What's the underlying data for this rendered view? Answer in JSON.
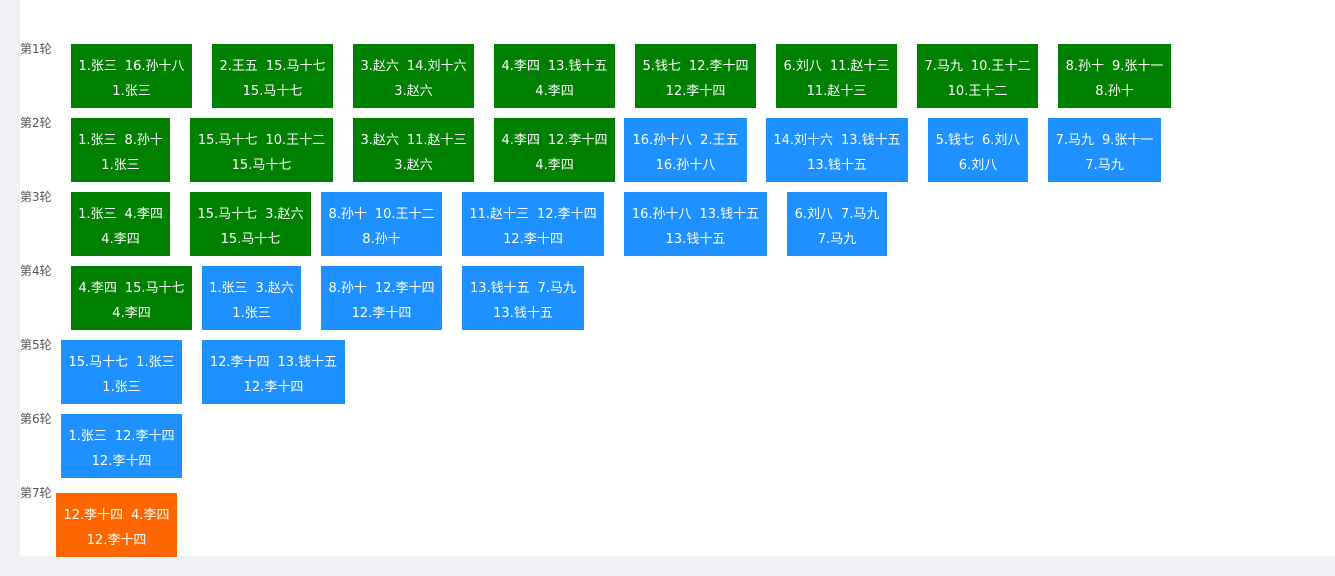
{
  "colors": {
    "completed": "#008000",
    "pending": "#1e90ff",
    "final": "#ff6600"
  },
  "rounds": [
    {
      "label": "第1轮",
      "matches": [
        {
          "a": "1.张三",
          "b": "16.孙十八",
          "winner": "1.张三",
          "status": "completed"
        },
        {
          "a": "2.王五",
          "b": "15.马十七",
          "winner": "15.马十七",
          "status": "completed"
        },
        {
          "a": "3.赵六",
          "b": "14.刘十六",
          "winner": "3.赵六",
          "status": "completed"
        },
        {
          "a": "4.李四",
          "b": "13.钱十五",
          "winner": "4.李四",
          "status": "completed"
        },
        {
          "a": "5.钱七",
          "b": "12.李十四",
          "winner": "12.李十四",
          "status": "completed"
        },
        {
          "a": "6.刘八",
          "b": "11.赵十三",
          "winner": "11.赵十三",
          "status": "completed"
        },
        {
          "a": "7.马九",
          "b": "10.王十二",
          "winner": "10.王十二",
          "status": "completed"
        },
        {
          "a": "8.孙十",
          "b": "9.张十一",
          "winner": "8.孙十",
          "status": "completed"
        }
      ]
    },
    {
      "label": "第2轮",
      "matches": [
        {
          "a": "1.张三",
          "b": "8.孙十",
          "winner": "1.张三",
          "status": "completed"
        },
        {
          "a": "15.马十七",
          "b": "10.王十二",
          "winner": "15.马十七",
          "status": "completed"
        },
        {
          "a": "3.赵六",
          "b": "11.赵十三",
          "winner": "3.赵六",
          "status": "completed"
        },
        {
          "a": "4.李四",
          "b": "12.李十四",
          "winner": "4.李四",
          "status": "completed"
        },
        {
          "a": "16.孙十八",
          "b": "2.王五",
          "winner": "16.孙十八",
          "status": "pending"
        },
        {
          "a": "14.刘十六",
          "b": "13.钱十五",
          "winner": "13.钱十五",
          "status": "pending"
        },
        {
          "a": "5.钱七",
          "b": "6.刘八",
          "winner": "6.刘八",
          "status": "pending"
        },
        {
          "a": "7.马九",
          "b": "9.张十一",
          "winner": "7.马九",
          "status": "pending"
        }
      ]
    },
    {
      "label": "第3轮",
      "matches": [
        {
          "a": "1.张三",
          "b": "4.李四",
          "winner": "4.李四",
          "status": "completed"
        },
        {
          "a": "15.马十七",
          "b": "3.赵六",
          "winner": "15.马十七",
          "status": "completed"
        },
        {
          "a": "8.孙十",
          "b": "10.王十二",
          "winner": "8.孙十",
          "status": "pending"
        },
        {
          "a": "11.赵十三",
          "b": "12.李十四",
          "winner": "12.李十四",
          "status": "pending"
        },
        {
          "a": "16.孙十八",
          "b": "13.钱十五",
          "winner": "13.钱十五",
          "status": "pending"
        },
        {
          "a": "6.刘八",
          "b": "7.马九",
          "winner": "7.马九",
          "status": "pending"
        }
      ]
    },
    {
      "label": "第4轮",
      "matches": [
        {
          "a": "4.李四",
          "b": "15.马十七",
          "winner": "4.李四",
          "status": "completed"
        },
        {
          "a": "1.张三",
          "b": "3.赵六",
          "winner": "1.张三",
          "status": "pending"
        },
        {
          "a": "8.孙十",
          "b": "12.李十四",
          "winner": "12.李十四",
          "status": "pending"
        },
        {
          "a": "13.钱十五",
          "b": "7.马九",
          "winner": "13.钱十五",
          "status": "pending"
        }
      ]
    },
    {
      "label": "第5轮",
      "matches": [
        {
          "a": "15.马十七",
          "b": "1.张三",
          "winner": "1.张三",
          "status": "pending"
        },
        {
          "a": "12.李十四",
          "b": "13.钱十五",
          "winner": "12.李十四",
          "status": "pending"
        }
      ]
    },
    {
      "label": "第6轮",
      "matches": [
        {
          "a": "1.张三",
          "b": "12.李十四",
          "winner": "12.李十四",
          "status": "pending"
        }
      ]
    },
    {
      "label": "第7轮",
      "matches": [
        {
          "a": "12.李十四",
          "b": "4.李四",
          "winner": "12.李十四",
          "status": "final"
        }
      ]
    }
  ]
}
